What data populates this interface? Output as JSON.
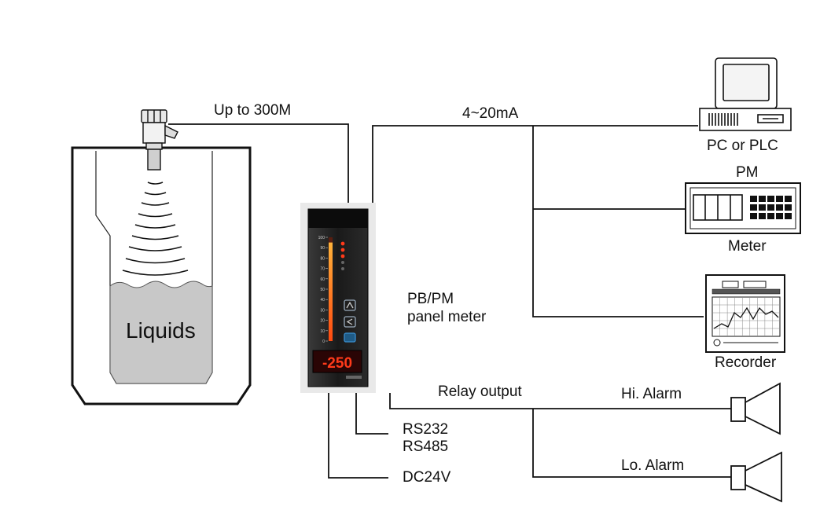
{
  "labels": {
    "cable_length": "Up to 300M",
    "current_output": "4~20mA",
    "pc_plc": "PC or PLC",
    "pm": "PM",
    "meter": "Meter",
    "recorder": "Recorder",
    "panel_meter_line1": "PB/PM",
    "panel_meter_line2": "panel meter",
    "liquids": "Liquids",
    "relay_output": "Relay output",
    "hi_alarm": "Hi. Alarm",
    "lo_alarm": "Lo. Alarm",
    "rs232": "RS232",
    "rs485": "RS485",
    "dc24v": "DC24V"
  },
  "panel_meter": {
    "display_value": "-250",
    "scale_ticks": [
      "100",
      "90",
      "80",
      "70",
      "60",
      "50",
      "40",
      "30",
      "20",
      "10",
      "0"
    ],
    "bar_level_fraction": 0.95
  },
  "colors": {
    "line": "#111111",
    "liquid": "#c8c8c8",
    "meter_body": "#1e1e1e",
    "led_red": "#ff3a1a",
    "bar_orange": "#ff7a1a",
    "button_blue": "#3a8fd0"
  },
  "icons": [
    "ultrasonic-sensor-icon",
    "pc-icon",
    "pm-meter-icon",
    "recorder-icon",
    "hi-alarm-horn-icon",
    "lo-alarm-horn-icon"
  ]
}
